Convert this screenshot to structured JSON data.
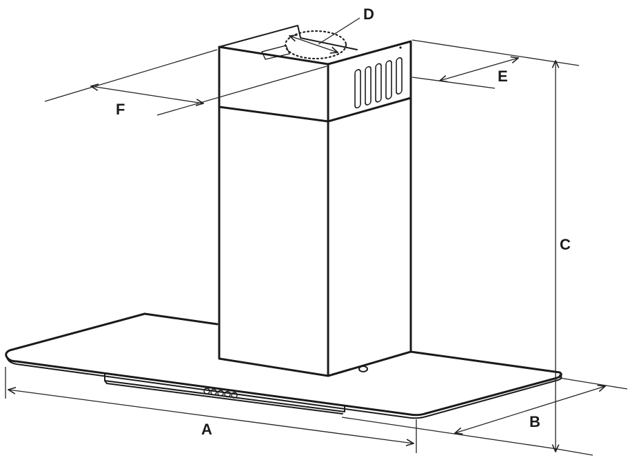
{
  "diagram": {
    "labels": {
      "A": "A",
      "B": "B",
      "C": "C",
      "D": "D",
      "E": "E",
      "F": "F"
    },
    "colors": {
      "line": "#1a1a1a",
      "background": "#ffffff"
    }
  }
}
